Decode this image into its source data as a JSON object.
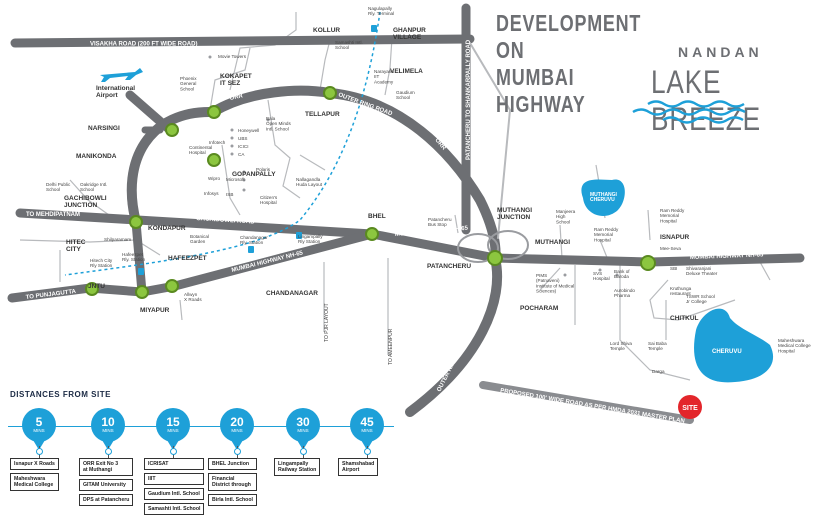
{
  "title": {
    "line1": "DEVELOPMENT",
    "line2": "ON MUMBAI",
    "line3": "HIGHWAY"
  },
  "brand": {
    "top": "NANDAN",
    "main": "LAKE BREEZE",
    "wave_color": "#1ea0d8"
  },
  "colors": {
    "road": "#6d6f73",
    "water": "#1ea0d8",
    "node": "#8cc63f",
    "site": "#e3262b"
  },
  "roads": {
    "visakha": "VISAKHA ROAD (200 FT WIDE ROAD)",
    "orr": "ORR",
    "outer_ring": "OUTER RING ROAD",
    "outer_ring_s": "OUTER RING ROAD",
    "gachibowli": "GACHIBOWLI ROAD",
    "mumbai_e": "MUMBAI HIGHWAY NH-65",
    "mumbai_w": "MUMBAI HIGHWAY NH-65",
    "mumbai_far": "MUMBAI HIGHWAY NH-65",
    "patancheru_rd": "PATANCHERU TO SHANKARPALLY ROAD",
    "proposed": "PROPOSED 100' WIDE ROAD AS PER HMDA 2031 MASTER PLAN",
    "to_mehdipatnam": "TO MEHDIPATNAM",
    "to_punjagutta": "TO PUNJAGUTTA",
    "to_ameenpur": "TO AMEENPUR",
    "to_pj_layout": "TO PJR LAYOUT"
  },
  "places": {
    "kollur": "KOLLUR",
    "ghanpur": "GHANPUR\nVILLAGE",
    "velimela": "VELIMELA",
    "kokapet": "KOKAPET\nIT SEZ",
    "tellapur": "TELLAPUR",
    "narsingi": "NARSINGI",
    "manikonda": "MANIKONDA",
    "gopanpally": "GOPANPALLY",
    "gachibowli_jn": "GACHIBOWLI\nJUNCTION",
    "kondapur": "KONDAPUR",
    "hitec": "HITEC\nCITY",
    "hafeezpet": "HAFEEZPET",
    "jntu": "JNTU",
    "miyapur": "MIYAPUR",
    "chandanagar": "CHANDANAGAR",
    "bhel": "BHEL",
    "patancheru": "PATANCHERU",
    "muthangi_jn": "MUTHANGI\nJUNCTION",
    "muthangi": "MUTHANGI",
    "isnapur": "ISNAPUR",
    "pocharam": "POCHARAM",
    "chitkul": "CHITKUL",
    "airport": "International\nAirport",
    "muthangi_cheruvu": "MUTHANGI\nCHERUVU",
    "cheruvu": "CHERUVU",
    "site": "SITE"
  },
  "landmarks": {
    "movie_towers": "Movie Towers",
    "nagulapally": "Nagulapally\nRly. Terminal",
    "samashti": "Samashti Intl.\nSchool",
    "narayana": "Narayana\nIIT\nAcademy",
    "gaudium": "Gaudium\nSchool",
    "phoenix": "Phoenix\nGeneral\nSchool",
    "bala": "Bala\nOpen Minds\nIntl. School",
    "honeywell": "Honeywell",
    "ubs": "UBS",
    "icici": "ICICI",
    "ca": "CA",
    "infotech": "Infotech",
    "continental": "Continental\nHospital",
    "polaris": "Polaris",
    "microsoft": "Microsoft",
    "wipro": "Wipro",
    "infosys": "Infosys",
    "isb": "ISB",
    "nallagandla": "Nallagandla\nHuda Layout",
    "citizens": "Citizen's\nHospital",
    "delhi_public": "Delhi Public\nSchool",
    "oakridge": "Oakridge Intl.\nSchool",
    "shilparamam": "Shilparamam",
    "botanical": "Botanical\nGarden",
    "chandanagar_rly": "Chandanagar\nRly. Station",
    "lingampally": "Lingampally\nRly Station",
    "hitech_rly": "Hitech City\nRly Station",
    "hafeezpet_rly": "Hafeezpet\nRly. Station",
    "allwyn": "Allwyn\nX Roads",
    "patancheru_bus": "Patancheru\nBus Stop",
    "manjeera": "Manjeera\nHigh\nSchool",
    "ram_reddy_hosp": "Ram Reddy\nMemorial\nHospital",
    "ram_reddy": "Ram Reddy\nMemorial\nHospital",
    "mee_seva": "Mee-Seva",
    "sbi": "SBI",
    "shivaranjani": "Shivaranjani\nDeluxe Theater",
    "kruthunga": "Kruthunga\nrestaurant",
    "tswr": "TSWR School\nJr College",
    "pims": "PIMS\n(Patnaveni)\nInstitute of Medical\nSciences)",
    "svs": "SVS\nHospital",
    "bank_baroda": "Bank of\nBaroda",
    "aurobindo": "Aurobindo\nPharma",
    "lord_shiva": "Lord Shiva\nTemple",
    "sai_baba": "Sai Baba\nTemple",
    "darga": "Darga",
    "maheshwara_college": "Maheshwara\nMedical College\nHospital"
  },
  "distances": {
    "heading": "DISTANCES FROM SITE",
    "unit": "MINS",
    "groups": [
      {
        "mins": "5",
        "places": [
          "Isnapur X Roads",
          "Maheshwara\nMedical College"
        ]
      },
      {
        "mins": "10",
        "places": [
          "ORR Exit No 3\nat Muthangi",
          "GITAM University",
          "DPS at Patancheru"
        ]
      },
      {
        "mins": "15",
        "places": [
          "ICRISAT",
          "IIIT",
          "Gaudium Intl. School",
          "Samashti Intl. School"
        ]
      },
      {
        "mins": "20",
        "places": [
          "BHEL Junction",
          "Financial\nDistrict through",
          "Birla Intl. School"
        ]
      },
      {
        "mins": "30",
        "places": [
          "Lingampally\nRailway Station"
        ]
      },
      {
        "mins": "45",
        "places": [
          "Shamshabad\nAirport"
        ]
      }
    ]
  }
}
